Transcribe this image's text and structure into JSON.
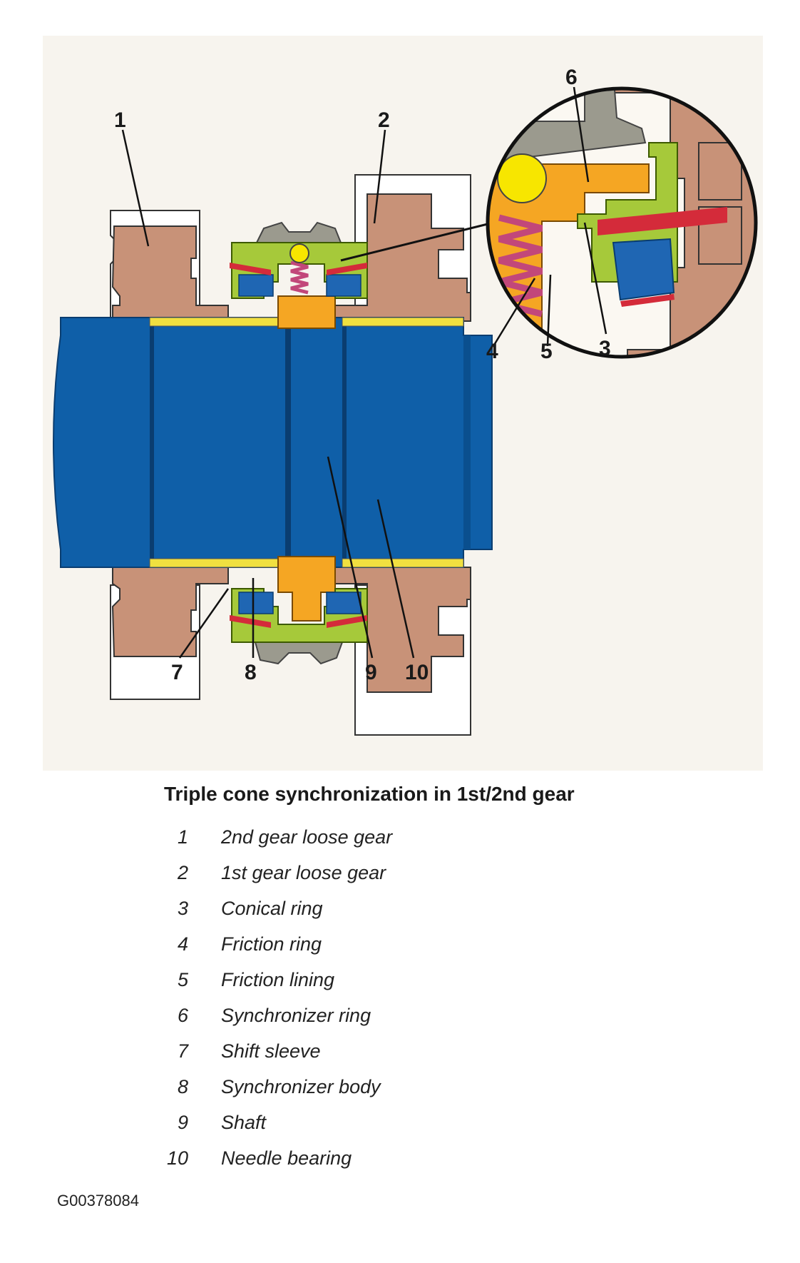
{
  "figure": {
    "title": "Triple cone synchronization in 1st/2nd gear",
    "figure_id": "G00378084"
  },
  "callouts": [
    "1",
    "2",
    "3",
    "4",
    "5",
    "6",
    "7",
    "8",
    "9",
    "10"
  ],
  "legend": [
    {
      "number": "1",
      "label": "2nd gear loose gear"
    },
    {
      "number": "2",
      "label": "1st gear loose gear"
    },
    {
      "number": "3",
      "label": "Conical ring"
    },
    {
      "number": "4",
      "label": "Friction ring"
    },
    {
      "number": "5",
      "label": "Friction lining"
    },
    {
      "number": "6",
      "label": "Synchronizer ring"
    },
    {
      "number": "7",
      "label": "Shift sleeve"
    },
    {
      "number": "8",
      "label": "Synchronizer body"
    },
    {
      "number": "9",
      "label": "Shaft"
    },
    {
      "number": "10",
      "label": "Needle bearing"
    }
  ],
  "colors": {
    "shaft": "#0f5fa8",
    "gear": "#c89278",
    "synchronizer_body": "#f5a623",
    "synchronizer_ring": "#a6c93a",
    "conical_ring": "#d42b3a",
    "friction_ring": "#1f66b3",
    "shift_sleeve": "#9b9a8e",
    "needle_bearing": "#f0e040",
    "spring": "#c2477a",
    "ball": "#f7e600",
    "background": "#f7f4ee"
  }
}
